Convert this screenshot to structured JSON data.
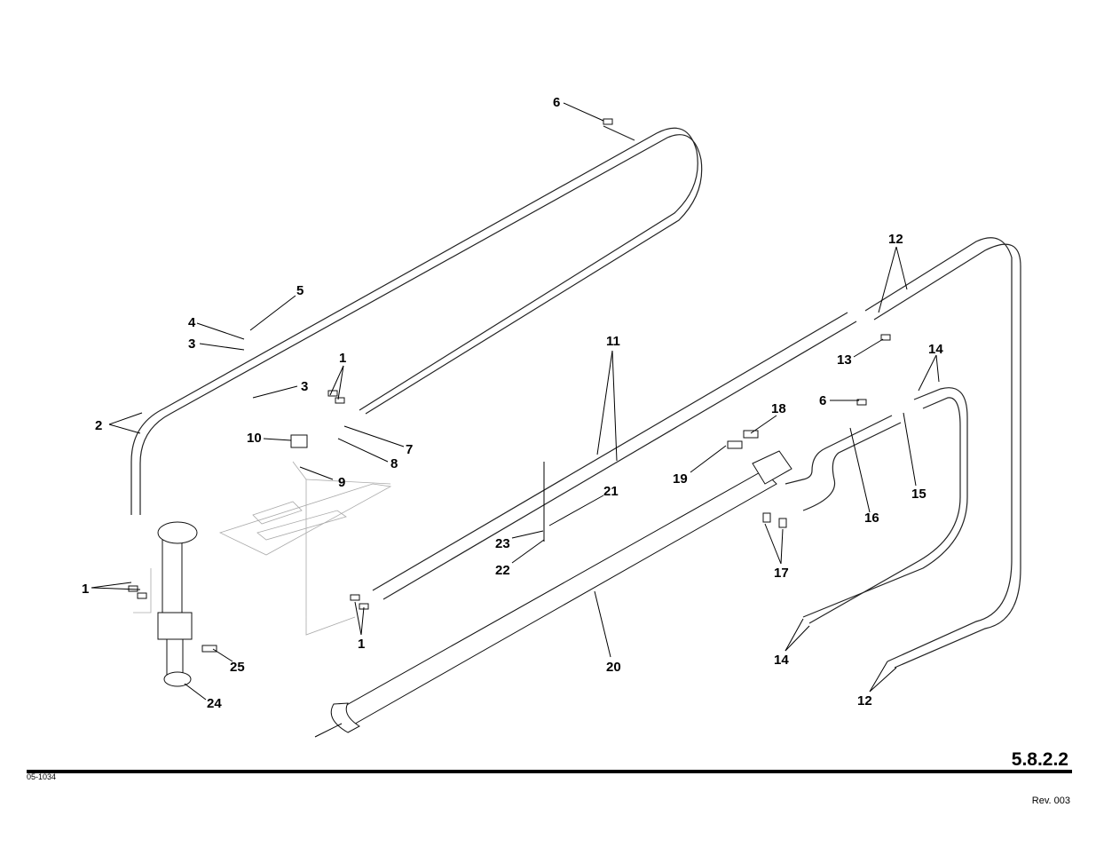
{
  "page_number": "5.8.2.2",
  "drawing_id": "05-1034",
  "revision": "Rev. 003",
  "callouts": [
    "1",
    "2",
    "3",
    "4",
    "5",
    "6",
    "7",
    "8",
    "9",
    "10",
    "11",
    "12",
    "13",
    "14",
    "15",
    "16",
    "17",
    "18",
    "19",
    "20",
    "21",
    "22",
    "23",
    "24",
    "25"
  ]
}
